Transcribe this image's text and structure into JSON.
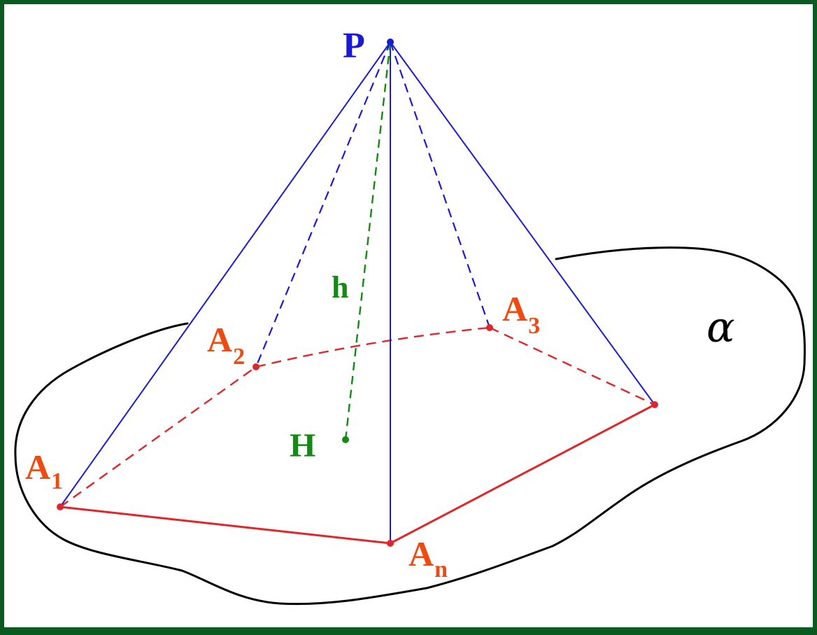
{
  "colors": {
    "frame": "#0b5a22",
    "background": "#ffffff",
    "plane": "#000000",
    "apex": "#1a1ad6",
    "base": "#e0262b",
    "label_base": "#f04a10",
    "height": "#138a13"
  },
  "labels": {
    "apex": "P",
    "foot": "H",
    "height": "h",
    "plane": "α",
    "a1": {
      "main": "A",
      "sub": "1"
    },
    "a2": {
      "main": "A",
      "sub": "2"
    },
    "a3": {
      "main": "A",
      "sub": "3"
    },
    "an": {
      "main": "A",
      "sub": "n"
    }
  }
}
